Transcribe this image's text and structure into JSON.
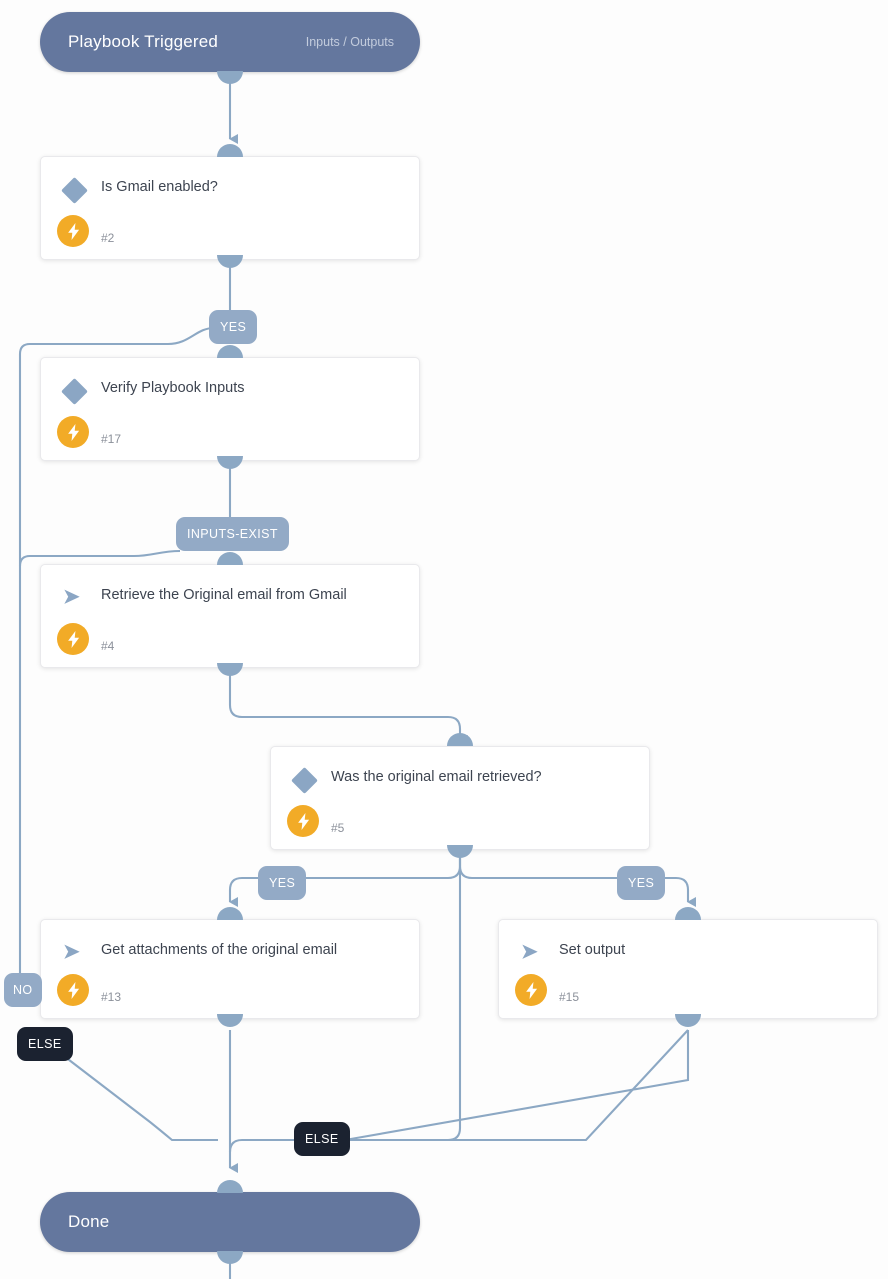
{
  "diagram": {
    "type": "playbook-flowchart",
    "background": "#fdfdfd",
    "accent_node": "#64779e",
    "accent_edge": "#8ca8c4",
    "accent_badge_true": "#93aac6",
    "accent_badge_else": "#1b2230",
    "accent_bolt": "#f2ab27",
    "icon_color": "#8ba6c4"
  },
  "start": {
    "title": "Playbook Triggered",
    "subtitle": "Inputs / Outputs",
    "icon": "pill-start"
  },
  "end": {
    "title": "Done",
    "icon": "pill-end"
  },
  "nodes": [
    {
      "id": "n2",
      "title": "Is Gmail enabled?",
      "number": "#2",
      "icon": "diamond-icon",
      "kind": "condition"
    },
    {
      "id": "n17",
      "title": "Verify Playbook Inputs",
      "number": "#17",
      "icon": "diamond-icon",
      "kind": "condition"
    },
    {
      "id": "n4",
      "title": "Retrieve the Original email from Gmail",
      "number": "#4",
      "icon": "chevron-icon",
      "kind": "action"
    },
    {
      "id": "n5",
      "title": "Was the original email retrieved?",
      "number": "#5",
      "icon": "diamond-icon",
      "kind": "condition"
    },
    {
      "id": "n13",
      "title": "Get attachments of the original email",
      "number": "#13",
      "icon": "chevron-icon",
      "kind": "action"
    },
    {
      "id": "n15",
      "title": "Set output",
      "number": "#15",
      "icon": "chevron-icon",
      "kind": "action"
    }
  ],
  "edge_labels": [
    {
      "id": "l1",
      "text": "YES",
      "style": "blue"
    },
    {
      "id": "l2",
      "text": "INPUTS-EXIST",
      "style": "blue"
    },
    {
      "id": "l3",
      "text": "YES",
      "style": "blue"
    },
    {
      "id": "l4",
      "text": "YES",
      "style": "blue"
    },
    {
      "id": "l5",
      "text": "NO",
      "style": "blue"
    },
    {
      "id": "l6",
      "text": "ELSE",
      "style": "dark"
    },
    {
      "id": "l7",
      "text": "ELSE",
      "style": "dark"
    }
  ]
}
